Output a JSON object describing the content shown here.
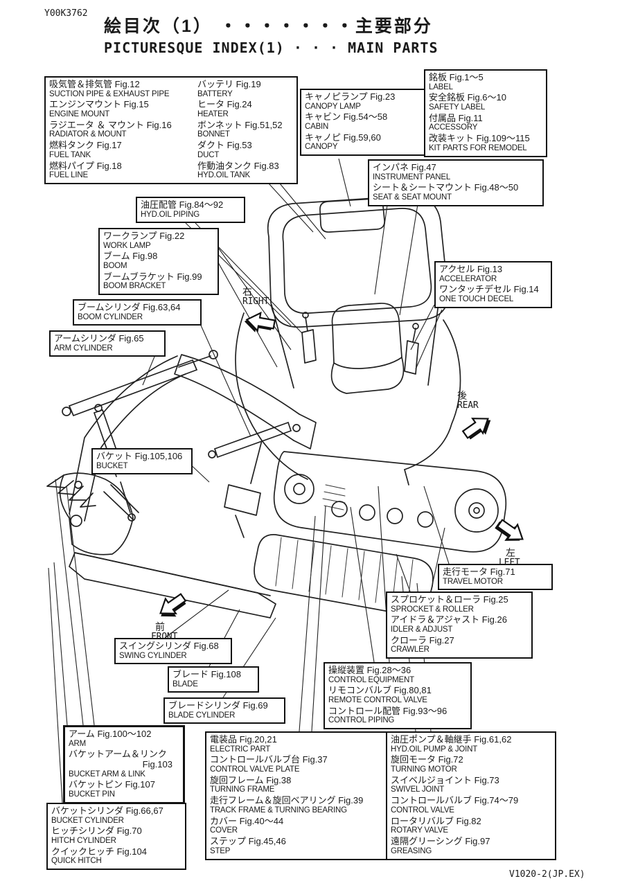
{
  "header": {
    "doc_code": "Y00K3762",
    "title_jp": "絵目次（1） ・・・・・・・主要部分",
    "title_en": "PICTURESQUE INDEX(1) · · · MAIN PARTS"
  },
  "footer": {
    "drawing_code": "V1020-2(JP.EX)"
  },
  "direction_arrows": {
    "right": {
      "jp": "右",
      "en": "RIGHT"
    },
    "rear": {
      "jp": "後",
      "en": "REAR"
    },
    "left": {
      "jp": "左",
      "en": "LEFT"
    },
    "front": {
      "jp": "前",
      "en": "FRONT"
    }
  },
  "callouts": {
    "engine_group": {
      "col1": [
        {
          "jp": "吸気管＆排気管 Fig.12",
          "en": "SUCTION PIPE & EXHAUST PIPE"
        },
        {
          "jp": "エンジンマウント Fig.15",
          "en": "ENGINE MOUNT"
        },
        {
          "jp": "ラジエータ ＆ マウント Fig.16",
          "en": "RADIATOR & MOUNT"
        },
        {
          "jp": "燃料タンク Fig.17",
          "en": "FUEL TANK"
        },
        {
          "jp": "燃料パイプ Fig.18",
          "en": "FUEL LINE"
        }
      ],
      "col2": [
        {
          "jp": "バッテリ Fig.19",
          "en": "BATTERY"
        },
        {
          "jp": "ヒータ Fig.24",
          "en": "HEATER"
        },
        {
          "jp": "ボンネット Fig.51,52",
          "en": "BONNET"
        },
        {
          "jp": "ダクト Fig.53",
          "en": "DUCT"
        },
        {
          "jp": "作動油タンク Fig.83",
          "en": "HYD.OIL TANK"
        }
      ]
    },
    "canopy": {
      "items": [
        {
          "jp": "キャノピランプ Fig.23",
          "en": "CANOPY LAMP"
        },
        {
          "jp": "キャビン Fig.54～58",
          "en": "CABIN"
        },
        {
          "jp": "キャノピ Fig.59,60",
          "en": "CANOPY"
        }
      ]
    },
    "labels": {
      "items": [
        {
          "jp": "銘板 Fig.1～5",
          "en": "LABEL"
        },
        {
          "jp": "安全銘板 Fig.6～10",
          "en": "SAFETY LABEL"
        },
        {
          "jp": "付属品 Fig.11",
          "en": "ACCESSORY"
        },
        {
          "jp": "改装キット Fig.109～115",
          "en": "KIT PARTS FOR REMODEL"
        }
      ]
    },
    "instrument": {
      "items": [
        {
          "jp": "インパネ Fig.47",
          "en": "INSTRUMENT PANEL"
        },
        {
          "jp": "シート＆シートマウント Fig.48～50",
          "en": "SEAT & SEAT MOUNT"
        }
      ]
    },
    "hyd_piping": {
      "items": [
        {
          "jp": "油圧配管 Fig.84～92",
          "en": "HYD.OIL PIPING"
        }
      ]
    },
    "work_lamp": {
      "items": [
        {
          "jp": "ワークランプ Fig.22",
          "en": "WORK LAMP"
        },
        {
          "jp": "ブーム Fig.98",
          "en": "BOOM"
        },
        {
          "jp": "ブームブラケット Fig.99",
          "en": "BOOM BRACKET"
        }
      ]
    },
    "boom_cylinder": {
      "items": [
        {
          "jp": "ブームシリンダ Fig.63,64",
          "en": "BOOM CYLINDER"
        }
      ]
    },
    "arm_cylinder": {
      "items": [
        {
          "jp": "アームシリンダ Fig.65",
          "en": "ARM CYLINDER"
        }
      ]
    },
    "accelerator": {
      "items": [
        {
          "jp": "アクセル Fig.13",
          "en": "ACCELERATOR"
        },
        {
          "jp": "ワンタッチデセル Fig.14",
          "en": "ONE TOUCH DECEL"
        }
      ]
    },
    "bucket": {
      "items": [
        {
          "jp": "バケット Fig.105,106",
          "en": "BUCKET"
        }
      ]
    },
    "travel_motor": {
      "items": [
        {
          "jp": "走行モータ Fig.71",
          "en": "TRAVEL MOTOR"
        }
      ]
    },
    "undercarriage": {
      "items": [
        {
          "jp": "スプロケット＆ローラ Fig.25",
          "en": "SPROCKET & ROLLER"
        },
        {
          "jp": "アイドラ＆アジャスト Fig.26",
          "en": "IDLER & ADJUST"
        },
        {
          "jp": "クローラ Fig.27",
          "en": "CRAWLER"
        }
      ]
    },
    "control_equipment": {
      "items": [
        {
          "jp": "操縦装置 Fig.28～36",
          "en": "CONTROL EQUIPMENT"
        },
        {
          "jp": "リモコンバルブ Fig.80,81",
          "en": "REMOTE CONTROL VALVE"
        },
        {
          "jp": "コントロール配管 Fig.93～96",
          "en": "CONTROL PIPING"
        }
      ]
    },
    "swing_cylinder": {
      "items": [
        {
          "jp": "スイングシリンダ Fig.68",
          "en": "SWING CYLINDER"
        }
      ]
    },
    "blade": {
      "items": [
        {
          "jp": "ブレード Fig.108",
          "en": "BLADE"
        }
      ]
    },
    "blade_cylinder": {
      "items": [
        {
          "jp": "ブレードシリンダ Fig.69",
          "en": "BLADE CYLINDER"
        }
      ]
    },
    "arm": {
      "items": [
        {
          "jp": "アーム Fig.100～102",
          "en": "ARM"
        },
        {
          "jp": "バケットアーム＆リンク",
          "jp_fig": "Fig.103",
          "en": "BUCKET ARM & LINK"
        },
        {
          "jp": "バケットピン Fig.107",
          "en": "BUCKET PIN"
        }
      ]
    },
    "bucket_cylinder": {
      "items": [
        {
          "jp": "バケットシリンダ Fig.66,67",
          "en": "BUCKET CYLINDER"
        },
        {
          "jp": "ヒッチシリンダ Fig.70",
          "en": "HITCH CYLINDER"
        },
        {
          "jp": "クイックヒッチ Fig.104",
          "en": "QUICK HITCH"
        }
      ]
    },
    "frame_electric": {
      "items": [
        {
          "jp": "電装品 Fig.20,21",
          "en": "ELECTRIC PART"
        },
        {
          "jp": "コントロールバルブ台 Fig.37",
          "en": "CONTROL VALVE PLATE"
        },
        {
          "jp": "旋回フレーム Fig.38",
          "en": "TURNING FRAME"
        },
        {
          "jp": "走行フレーム＆旋回ベアリング Fig.39",
          "en": "TRACK FRAME & TURNING BEARING"
        },
        {
          "jp": "カバー Fig.40～44",
          "en": "COVER"
        },
        {
          "jp": "ステップ Fig.45,46",
          "en": "STEP"
        }
      ]
    },
    "hyd_pump": {
      "items": [
        {
          "jp": "油圧ポンプ＆軸継手 Fig.61,62",
          "en": "HYD.OIL PUMP & JOINT"
        },
        {
          "jp": "旋回モータ Fig.72",
          "en": "TURNING MOTOR"
        },
        {
          "jp": "スイベルジョイント Fig.73",
          "en": "SWIVEL JOINT"
        },
        {
          "jp": "コントロールバルブ Fig.74～79",
          "en": "CONTROL VALVE"
        },
        {
          "jp": "ロータリバルブ Fig.82",
          "en": "ROTARY VALVE"
        },
        {
          "jp": "遠隔グリーシング Fig.97",
          "en": "GREASING"
        }
      ]
    }
  }
}
